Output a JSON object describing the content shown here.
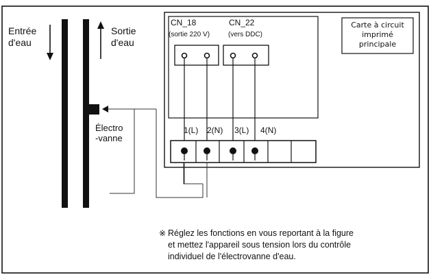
{
  "pipes": {
    "inlet_label_1": "Entrée",
    "inlet_label_2": "d'eau",
    "outlet_label_1": "Sortie",
    "outlet_label_2": "d'eau"
  },
  "valve": {
    "label_1": "Électro",
    "label_2": "-vanne"
  },
  "connectors": {
    "cn18_name": "CN_18",
    "cn18_desc": "(sortie 220 V)",
    "cn22_name": "CN_22",
    "cn22_desc": "(vers DDC)"
  },
  "board": {
    "label_1": "Carte à circuit",
    "label_2": "imprimé",
    "label_3": "principale"
  },
  "terminals": {
    "t1": "1(L)",
    "t2": "2(N)",
    "t3": "3(L)",
    "t4": "4(N)"
  },
  "note": {
    "symbol": "※",
    "line_1": "Réglez les fonctions en vous reportant à la figure",
    "line_2": "et mettez l'appareil sous tension lors du contrôle",
    "line_3": "individuel de l'électrovanne d'eau."
  }
}
